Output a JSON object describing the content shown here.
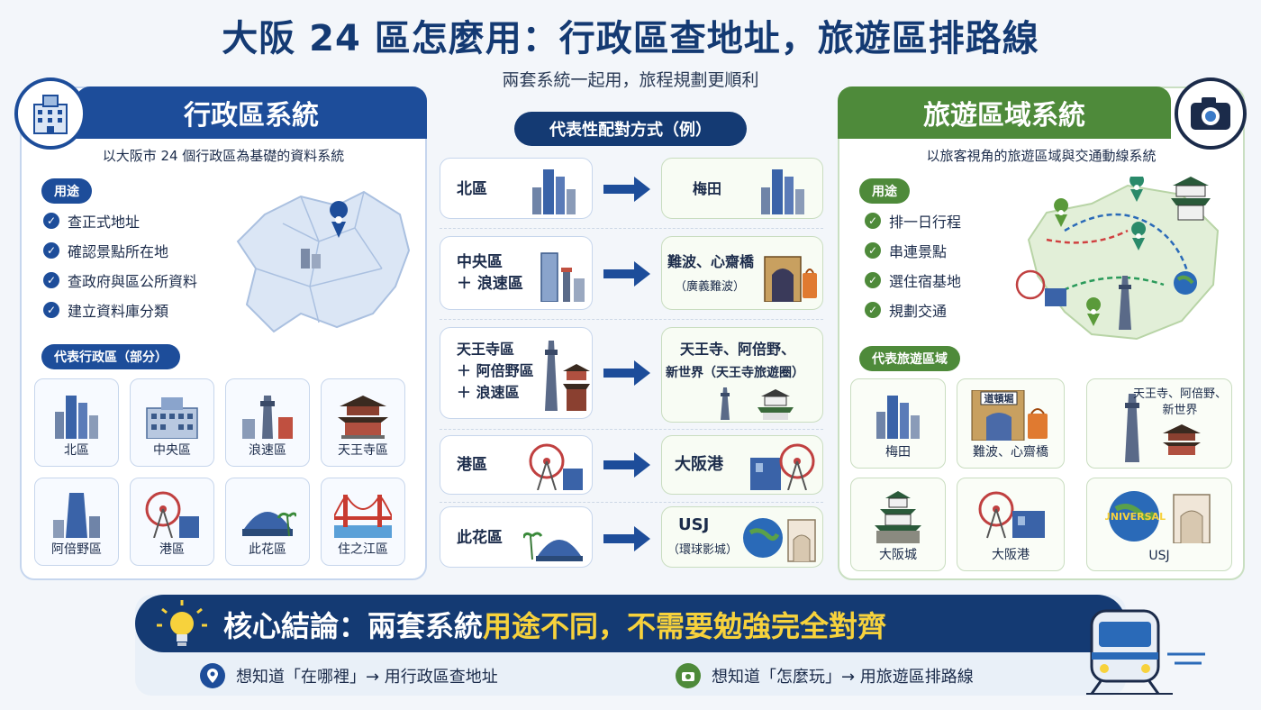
{
  "title": "大阪 24 區怎麼用：行政區查地址，旅遊區排路線",
  "subtitle": "兩套系統一起用，旅程規劃更順利",
  "left": {
    "header": "行政區系統",
    "desc": "以大阪市 24 個行政區為基礎的資料系統",
    "use_label": "用途",
    "uses": [
      "查正式地址",
      "確認景點所在地",
      "查政府與區公所資料",
      "建立資料庫分類"
    ],
    "rep_label": "代表行政區（部分）",
    "districts": [
      "北區",
      "中央區",
      "浪速區",
      "天王寺區",
      "阿倍野區",
      "港區",
      "此花區",
      "住之江區"
    ]
  },
  "middle": {
    "label": "代表性配對方式（例）",
    "rows": [
      {
        "left": [
          "北區"
        ],
        "right": [
          "梅田"
        ]
      },
      {
        "left": [
          "中央區",
          "＋ 浪速區"
        ],
        "right": [
          "難波、心齋橋",
          "（廣義難波）"
        ]
      },
      {
        "left": [
          "天王寺區",
          "＋ 阿倍野區",
          "＋ 浪速區"
        ],
        "right": [
          "天王寺、阿倍野、",
          "新世界（天王寺旅遊圈）"
        ]
      },
      {
        "left": [
          "港區"
        ],
        "right": [
          "大阪港"
        ]
      },
      {
        "left": [
          "此花區"
        ],
        "right": [
          "USJ",
          "（環球影城）"
        ]
      }
    ]
  },
  "right": {
    "header": "旅遊區域系統",
    "desc": "以旅客視角的旅遊區域與交通動線系統",
    "use_label": "用途",
    "uses": [
      "排一日行程",
      "串連景點",
      "選住宿基地",
      "規劃交通"
    ],
    "rep_label": "代表旅遊區域",
    "areas": [
      "梅田",
      "難波、心齋橋",
      "天王寺、阿倍野、新世界",
      "大阪城",
      "大阪港",
      "USJ"
    ],
    "sign_text": "道頓堀",
    "universal_text": "UNIVERSAL"
  },
  "bottom": {
    "title_a": "核心結論：兩套系統",
    "title_b": "用途不同，不需要勉強完全對齊",
    "line1": "想知道「在哪裡」→ 用行政區查地址",
    "line2": "想知道「怎麼玩」→ 用旅遊區排路線"
  },
  "colors": {
    "navy": "#143a73",
    "blue": "#1d4d9a",
    "green": "#4e8a3a",
    "yellow": "#f7d23c"
  }
}
